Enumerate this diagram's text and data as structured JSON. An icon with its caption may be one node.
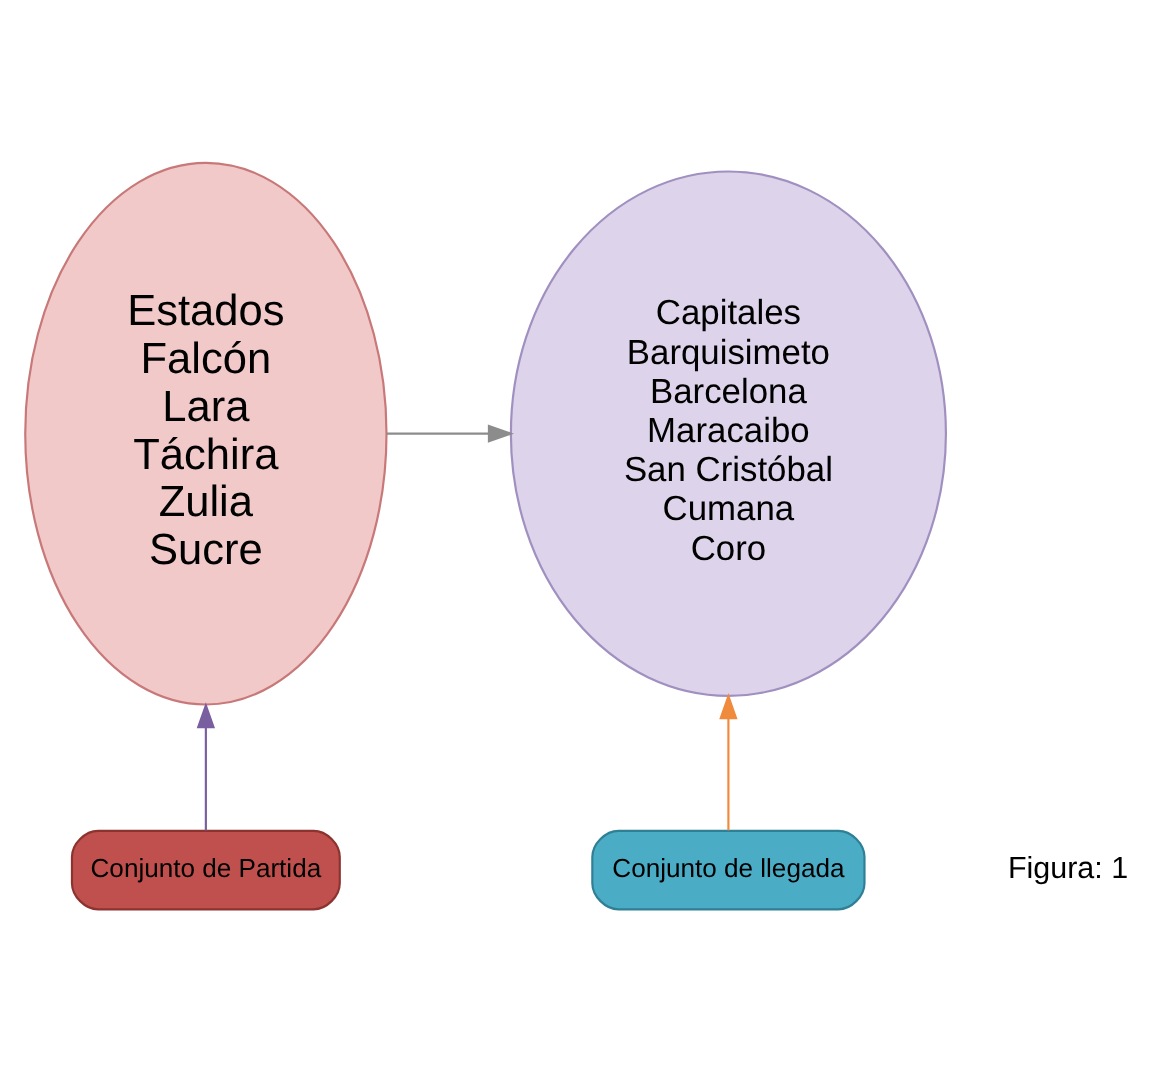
{
  "diagram": {
    "nodes": [
      {
        "text": [
          "Estados",
          "Falcón",
          "Lara",
          "Táchira",
          "Zulia",
          "Sucre"
        ]
      },
      {
        "text": [
          "Capitales",
          "Barquisimeto",
          "Barcelona",
          "Maracaibo",
          "San Cristóbal",
          "Cumana",
          "Coro"
        ]
      },
      {
        "text": [
          "Conjunto de Partida"
        ]
      },
      {
        "text": [
          "Conjunto de llegada"
        ]
      }
    ],
    "edges": [
      {
        "from": 0,
        "to": 1,
        "arrow": "to",
        "color": "#8c8c8c"
      },
      {
        "from": 2,
        "to": 0,
        "arrow": "to",
        "color": "#7a5fa0"
      },
      {
        "from": 3,
        "to": 1,
        "arrow": "to",
        "color": "#f08a3c"
      }
    ],
    "labels": [
      "Figura: 1"
    ]
  }
}
